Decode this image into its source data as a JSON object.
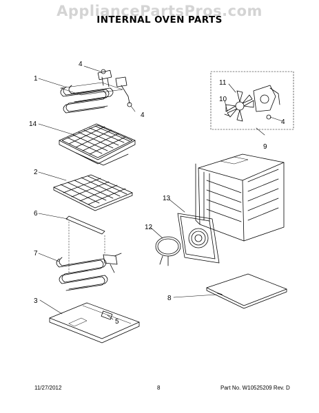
{
  "watermark": "AppliancePartsPros.com",
  "title": "INTERNAL OVEN PARTS",
  "callouts": {
    "c1": "1",
    "c4a": "4",
    "c4b": "4",
    "c14": "14",
    "c2": "2",
    "c6": "6",
    "c7": "7",
    "c3": "3",
    "c5": "5",
    "c11": "11",
    "c10": "10",
    "c4c": "4",
    "c9": "9",
    "c13": "13",
    "c12": "12",
    "c8": "8"
  },
  "footer": {
    "date": "11/27/2012",
    "page": "8",
    "part": "Part No. W10525209  Rev. D"
  }
}
